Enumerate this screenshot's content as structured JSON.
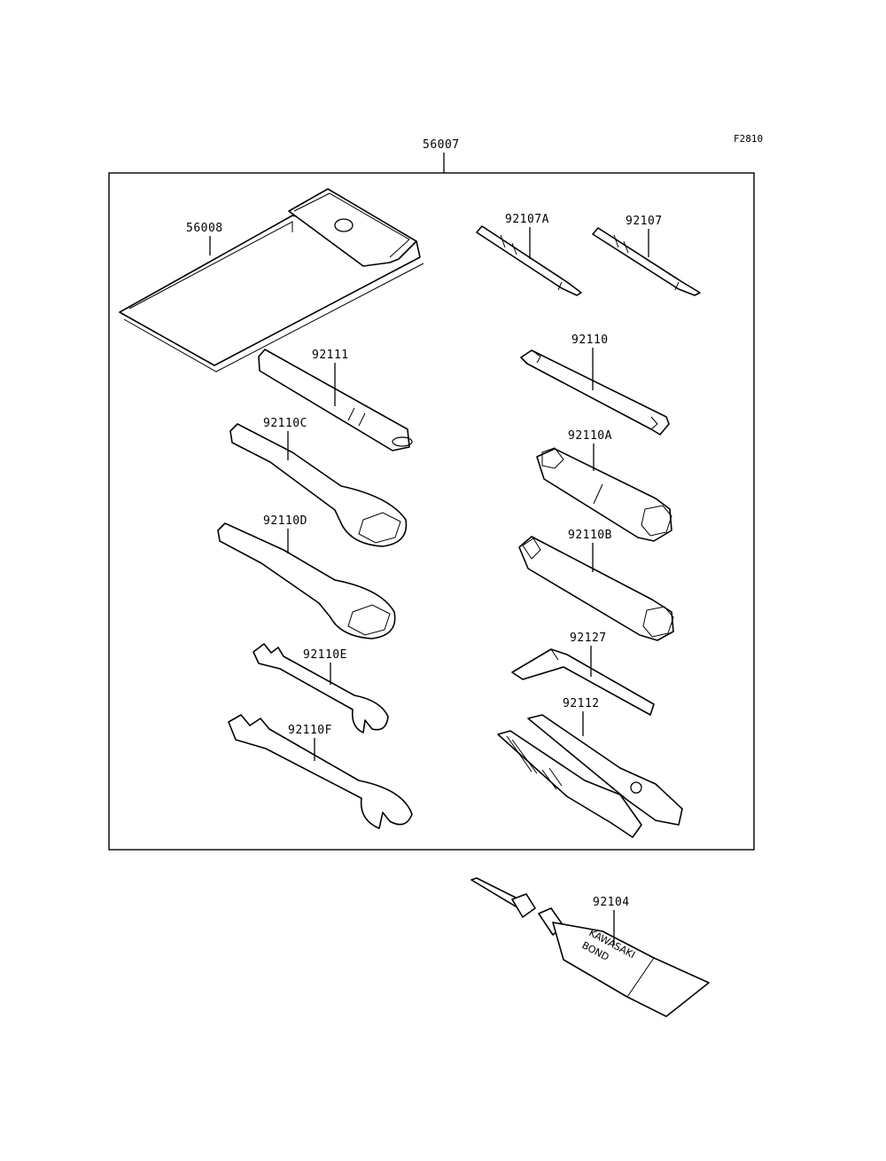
{
  "figure_id": "F2810",
  "kit": {
    "part_number": "56007"
  },
  "parts": {
    "case": "56008",
    "driver_a": "92107A",
    "driver": "92107",
    "handle_bar": "92111",
    "rod_wrench": "92110",
    "ring_wrench_c": "92110C",
    "box_wrench_a": "92110A",
    "ring_wrench_d": "92110D",
    "box_wrench_b": "92110B",
    "spanner_e": "92110E",
    "hex_key": "92127",
    "spanner_f": "92110F",
    "pliers": "92112",
    "bond_tube": "92104"
  },
  "tube_print": {
    "line1": "KAWASAKI",
    "line2": "BOND"
  }
}
